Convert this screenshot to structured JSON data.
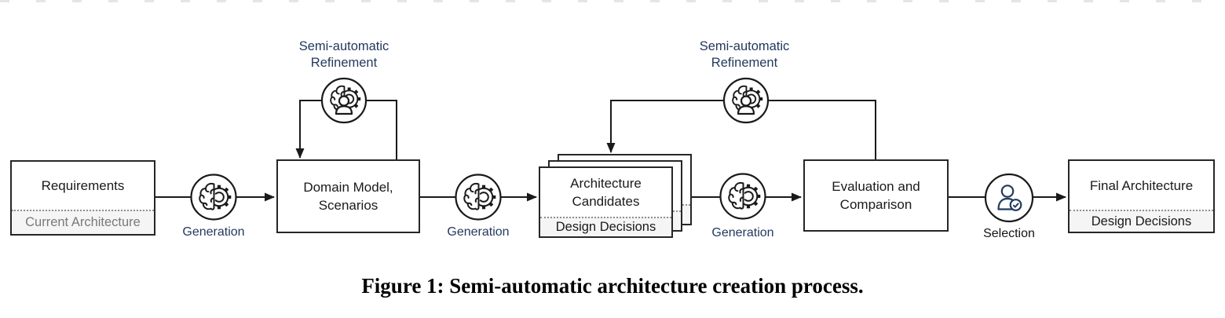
{
  "caption": {
    "text": "Figure 1: Semi-automatic architecture creation process."
  },
  "nodes": {
    "requirements": {
      "title": "Requirements",
      "sub": "Current Architecture"
    },
    "domain_model": {
      "line1": "Domain Model,",
      "line2": "Scenarios"
    },
    "candidates": {
      "line1": "Architecture",
      "line2": "Candidates",
      "sub": "Design Decisions"
    },
    "evaluation": {
      "line1": "Evaluation and",
      "line2": "Comparison"
    },
    "final": {
      "title": "Final Architecture",
      "sub": "Design Decisions"
    }
  },
  "steps": {
    "generation": "Generation",
    "selection": "Selection"
  },
  "refinement": {
    "line1": "Semi-automatic",
    "line2": "Refinement"
  },
  "icons": {
    "generation": "brain-gear-icon",
    "refinement": "brain-gear-person-icon",
    "selection": "person-check-icon"
  },
  "colors": {
    "label_navy": "#223a5e",
    "line_black": "#1a1a1a",
    "strip_bg": "#f5f5f5",
    "sub_gray": "#7a7a7a"
  }
}
